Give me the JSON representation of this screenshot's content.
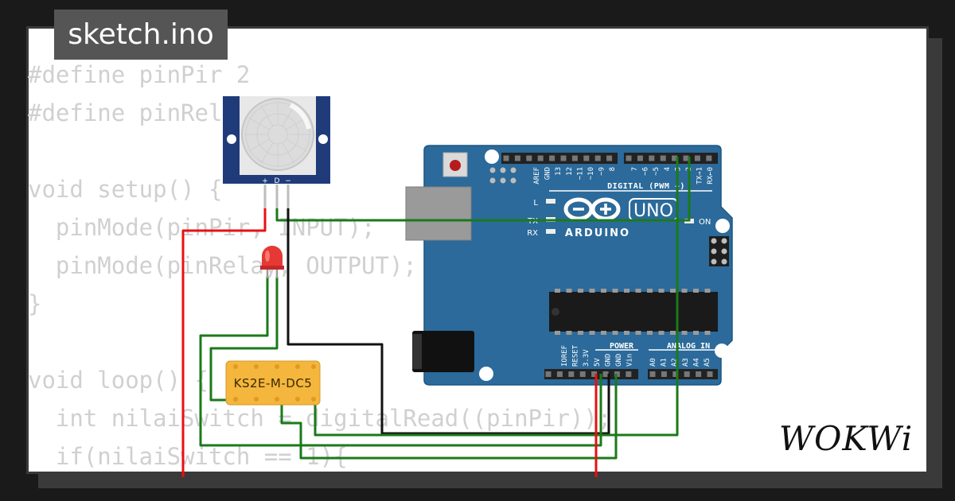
{
  "title": "sketch.ino",
  "code_lines": [
    "#define pinPir 2",
    "#define pinRelay 4",
    "",
    "void setup() {",
    "  pinMode(pinPir, INPUT);",
    "  pinMode(pinRelay, OUTPUT);",
    "}",
    "",
    "void loop() {",
    "  int nilaiSwitch = digitalRead((pinPir));",
    "  if(nilaiSwitch == 1){"
  ],
  "pir": {
    "pins": [
      "+",
      "D",
      "−"
    ]
  },
  "relay": {
    "label": "KS2E-M-DC5"
  },
  "arduino": {
    "brand": "ARDUINO",
    "model": "UNO",
    "digital_header": "DIGITAL (PWM ~)",
    "digital_pins": [
      "AREF",
      "GND",
      "13",
      "12",
      "~11",
      "~10",
      "~9",
      "8",
      "7",
      "~6",
      "~5",
      "4",
      "~3",
      "2",
      "TX→1",
      "RX←0"
    ],
    "led_l": "L",
    "led_tx": "TX",
    "led_rx": "RX",
    "led_on": "ON",
    "power_header": "POWER",
    "power_pins": [
      "IOREF",
      "RESET",
      "3.3V",
      "5V",
      "GND",
      "GND",
      "Vin"
    ],
    "analog_header": "ANALOG IN",
    "analog_pins": [
      "A0",
      "A1",
      "A2",
      "A3",
      "A4",
      "A5"
    ],
    "board_color": "#2b6a9a"
  },
  "wires": {
    "signal_color": "#1a7a1a",
    "power_color": "#e81010",
    "ground_color": "#111111"
  },
  "logo": "WOKWi"
}
